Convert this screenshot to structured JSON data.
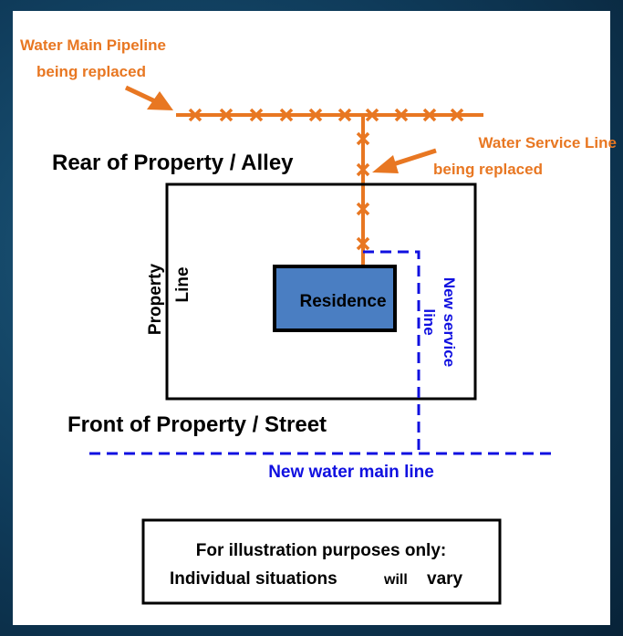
{
  "labels": {
    "water_main": [
      "Water Main Pipeline",
      "being replaced"
    ],
    "service_line": [
      "Water Service Line",
      "being replaced"
    ],
    "rear": "Rear of Property / Alley",
    "front": "Front of Property / Street",
    "property_line": [
      "Property",
      "Line"
    ],
    "residence": "Residence",
    "new_service": [
      "New service",
      "line"
    ],
    "new_main": "New water main line",
    "disclaimer": [
      "For illustration purposes only:",
      "Individual situations",
      "will",
      "vary"
    ]
  },
  "colors": {
    "orange": "#e87722",
    "blue": "#1010e0",
    "residence_fill": "#4a7ec2",
    "black": "#000000",
    "white": "#ffffff"
  }
}
